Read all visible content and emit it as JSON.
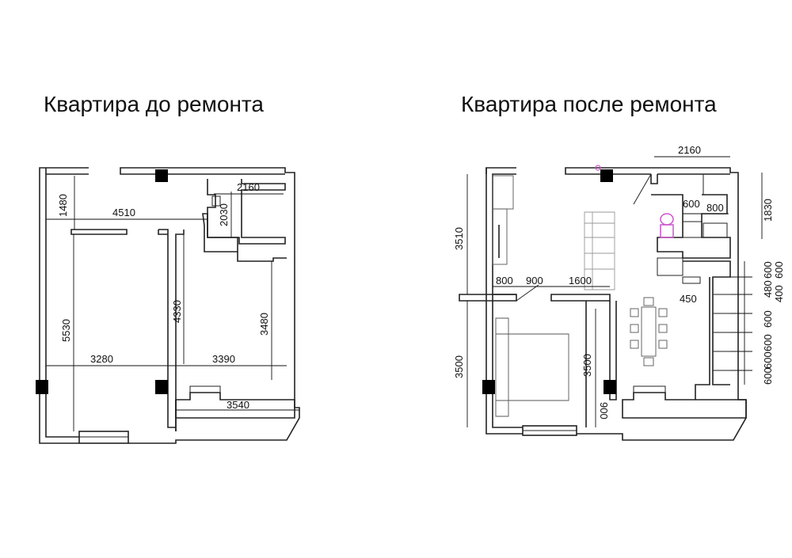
{
  "titles": {
    "before": "Квартира до ремонта",
    "after": "Квартира после ремонта"
  },
  "before": {
    "dims": {
      "d1480": "1480",
      "d4510": "4510",
      "d2160": "2160",
      "d2030": "2030",
      "d5530": "5530",
      "d4330": "4330",
      "d3480": "3480",
      "d3280": "3280",
      "d3390": "3390",
      "d3540": "3540"
    }
  },
  "after": {
    "dims": {
      "d2160": "2160",
      "d1830": "1830",
      "d600": "600",
      "d800a": "800",
      "d3510": "3510",
      "d800b": "800",
      "d900": "900",
      "d1600": "1600",
      "d450": "450",
      "d3500a": "3500",
      "d3500b": "3500",
      "d900b": "900",
      "r600a": "600",
      "r600b": "600",
      "r480": "480",
      "r400": "400",
      "r600c": "600",
      "r600d": "600",
      "r600e": "600",
      "r600f": "600"
    }
  },
  "colors": {
    "toilet": "#cc55cc",
    "wall": "#222222",
    "column": "#000000"
  }
}
